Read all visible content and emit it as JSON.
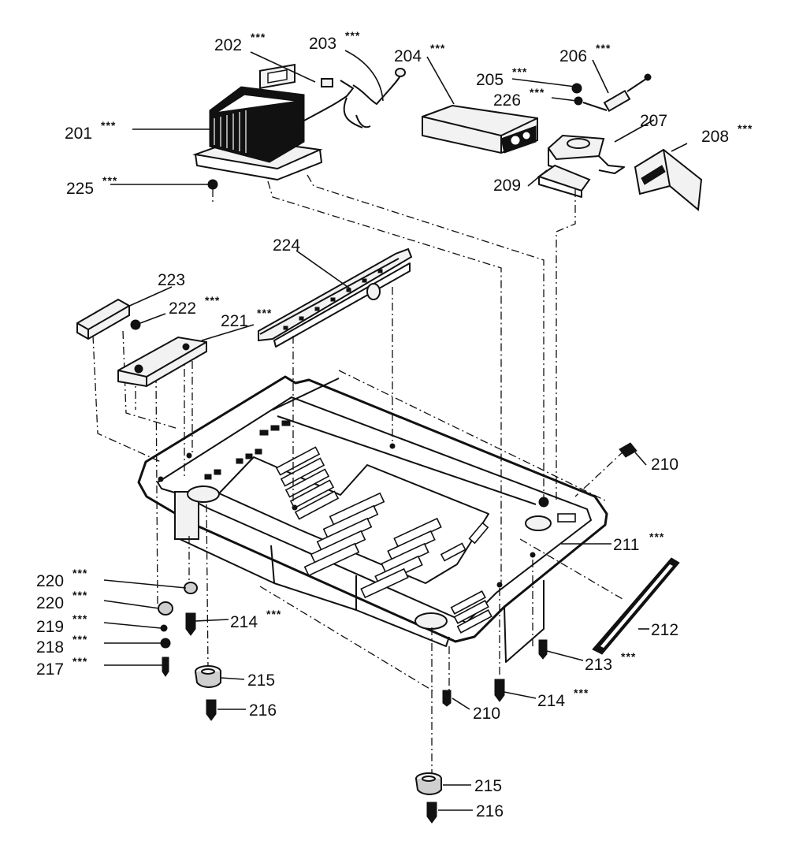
{
  "diagram": {
    "marker": "***",
    "parts": [
      {
        "id": "p201",
        "number": "201",
        "marked": true
      },
      {
        "id": "p202",
        "number": "202",
        "marked": true
      },
      {
        "id": "p203",
        "number": "203",
        "marked": true
      },
      {
        "id": "p204",
        "number": "204",
        "marked": true
      },
      {
        "id": "p205",
        "number": "205",
        "marked": true
      },
      {
        "id": "p206",
        "number": "206",
        "marked": true
      },
      {
        "id": "p207",
        "number": "207",
        "marked": false
      },
      {
        "id": "p208",
        "number": "208",
        "marked": true
      },
      {
        "id": "p209",
        "number": "209",
        "marked": false
      },
      {
        "id": "p210a",
        "number": "210",
        "marked": false
      },
      {
        "id": "p210b",
        "number": "210",
        "marked": false
      },
      {
        "id": "p211",
        "number": "211",
        "marked": true
      },
      {
        "id": "p212",
        "number": "212",
        "marked": false
      },
      {
        "id": "p213",
        "number": "213",
        "marked": true
      },
      {
        "id": "p214a",
        "number": "214",
        "marked": true
      },
      {
        "id": "p214b",
        "number": "214",
        "marked": true
      },
      {
        "id": "p215a",
        "number": "215",
        "marked": false
      },
      {
        "id": "p215b",
        "number": "215",
        "marked": false
      },
      {
        "id": "p216a",
        "number": "216",
        "marked": false
      },
      {
        "id": "p216b",
        "number": "216",
        "marked": false
      },
      {
        "id": "p217",
        "number": "217",
        "marked": true
      },
      {
        "id": "p218",
        "number": "218",
        "marked": true
      },
      {
        "id": "p219",
        "number": "219",
        "marked": true
      },
      {
        "id": "p220a",
        "number": "220",
        "marked": true
      },
      {
        "id": "p220b",
        "number": "220",
        "marked": true
      },
      {
        "id": "p221",
        "number": "221",
        "marked": true
      },
      {
        "id": "p222",
        "number": "222",
        "marked": true
      },
      {
        "id": "p223",
        "number": "223",
        "marked": false
      },
      {
        "id": "p224",
        "number": "224",
        "marked": false
      },
      {
        "id": "p225",
        "number": "225",
        "marked": true
      },
      {
        "id": "p226",
        "number": "226",
        "marked": true
      }
    ]
  }
}
